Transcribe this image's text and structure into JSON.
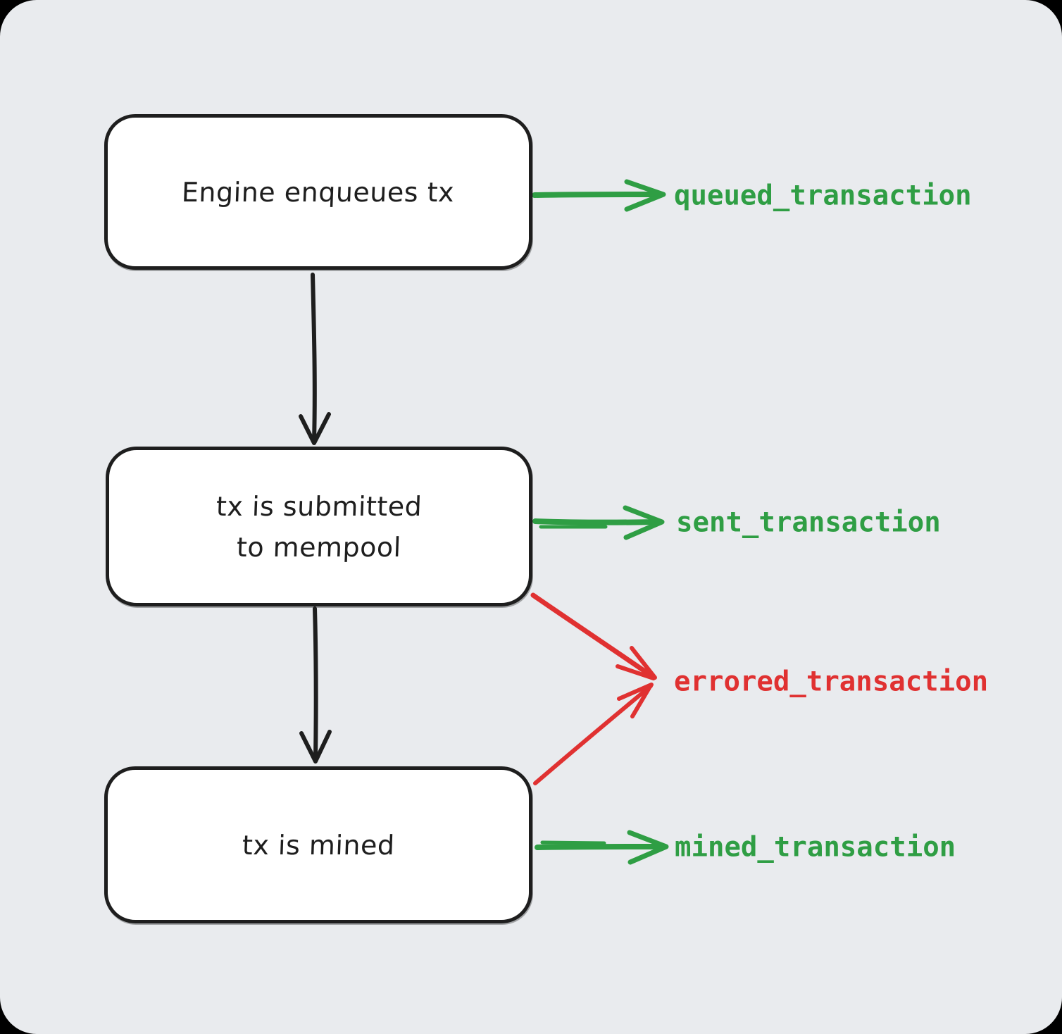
{
  "canvas": {
    "background": "#e9ebee",
    "outer_background": "#000000",
    "style": "hand-drawn-flowchart"
  },
  "colors": {
    "node_stroke": "#1e1e1e",
    "node_fill": "#ffffff",
    "flow_arrow": "#1e1e1e",
    "success_green": "#2f9e44",
    "error_red": "#e03131"
  },
  "nodes": {
    "enqueue": {
      "label": "Engine enqueues tx"
    },
    "submit": {
      "line1": "tx is submitted",
      "line2": "to mempool"
    },
    "mined": {
      "label": "tx is mined"
    }
  },
  "events": {
    "queued": {
      "label": "queued_transaction",
      "color": "#2f9e44"
    },
    "sent": {
      "label": "sent_transaction",
      "color": "#2f9e44"
    },
    "errored": {
      "label": "errored_transaction",
      "color": "#e03131"
    },
    "mined": {
      "label": "mined_transaction",
      "color": "#2f9e44"
    }
  },
  "edges": [
    {
      "from": "enqueue",
      "to": "submit",
      "type": "flow",
      "color": "#1e1e1e"
    },
    {
      "from": "submit",
      "to": "mined",
      "type": "flow",
      "color": "#1e1e1e"
    },
    {
      "from": "enqueue",
      "to": "queued",
      "type": "event",
      "color": "#2f9e44"
    },
    {
      "from": "submit",
      "to": "sent",
      "type": "event",
      "color": "#2f9e44"
    },
    {
      "from": "submit",
      "to": "errored",
      "type": "event",
      "color": "#e03131"
    },
    {
      "from": "mined",
      "to": "errored",
      "type": "event",
      "color": "#e03131"
    },
    {
      "from": "mined",
      "to": "mined",
      "type": "event",
      "color": "#2f9e44"
    }
  ]
}
